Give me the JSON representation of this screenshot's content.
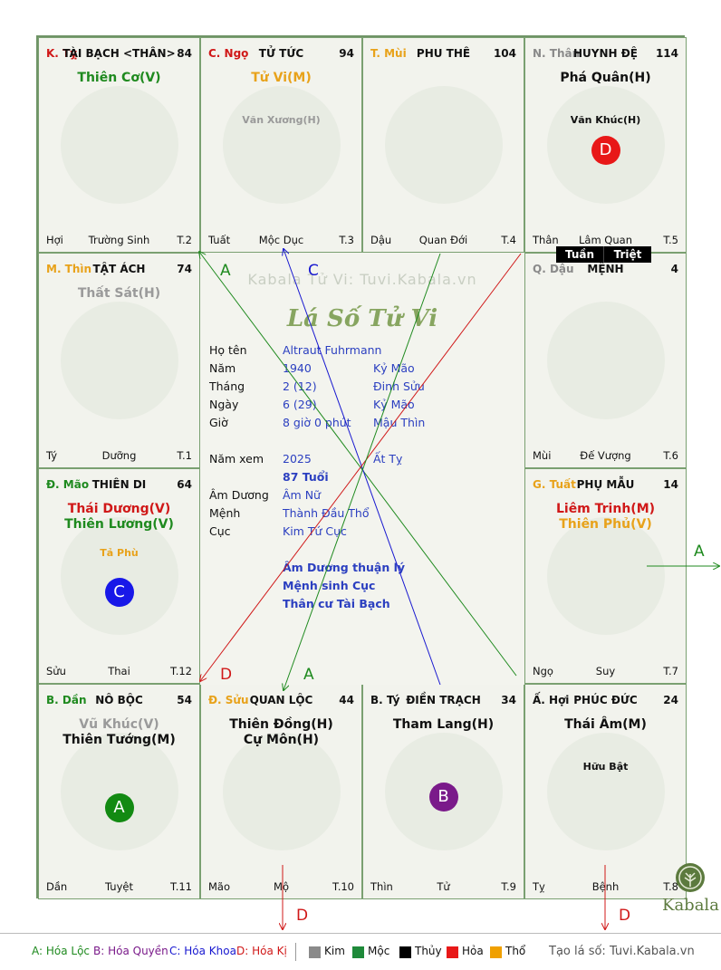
{
  "palaces": [
    {
      "branch": "K. Tỵ",
      "branch_color": "#d01818",
      "name": "TÀI BẠCH <THÂN>",
      "num": "84",
      "majors": [
        {
          "text": "Thiên Cơ(V)",
          "color": "#1f8a1f"
        }
      ],
      "minors": [],
      "badge": null,
      "bottom_left": "Hợi",
      "bottom_center": "Trường Sinh",
      "bottom_right": "T.2"
    },
    {
      "branch": "C. Ngọ",
      "branch_color": "#d01818",
      "name": "TỬ TỨC",
      "num": "94",
      "majors": [
        {
          "text": "Tử Vi(M)",
          "color": "#e8a21a"
        }
      ],
      "minors": [
        {
          "text": "Văn Xương(H)",
          "color": "#9a9a9a"
        }
      ],
      "badge": null,
      "bottom_left": "Tuất",
      "bottom_center": "Mộc Dục",
      "bottom_right": "T.3"
    },
    {
      "branch": "T. Mùi",
      "branch_color": "#e8a21a",
      "name": "PHU THÊ",
      "num": "104",
      "majors": [],
      "minors": [],
      "badge": null,
      "bottom_left": "Dậu",
      "bottom_center": "Quan Đới",
      "bottom_right": "T.4"
    },
    {
      "branch": "N. Thân",
      "branch_color": "#8a8a8a",
      "name": "HUYNH ĐỆ",
      "num": "114",
      "majors": [
        {
          "text": "Phá Quân(H)",
          "color": "#111111"
        }
      ],
      "minors": [
        {
          "text": "Văn Khúc(H)",
          "color": "#111111"
        }
      ],
      "badge": {
        "letter": "D",
        "color": "#e81818"
      },
      "bottom_left": "Thân",
      "bottom_center": "Lâm Quan",
      "bottom_right": "T.5"
    },
    {
      "branch": "M. Thìn",
      "branch_color": "#e8a21a",
      "name": "TẬT ÁCH",
      "num": "74",
      "majors": [
        {
          "text": "Thất Sát(H)",
          "color": "#9a9a9a"
        }
      ],
      "minors": [],
      "badge": null,
      "bottom_left": "Tý",
      "bottom_center": "Dưỡng",
      "bottom_right": "T.1"
    },
    {
      "branch": "Q. Dậu",
      "branch_color": "#8a8a8a",
      "name": "MỆNH",
      "num": "4",
      "majors": [],
      "minors": [],
      "badge": null,
      "bottom_left": "Mùi",
      "bottom_center": "Đế Vượng",
      "bottom_right": "T.6"
    },
    {
      "branch": "Đ. Mão",
      "branch_color": "#1f8a1f",
      "name": "THIÊN DI",
      "num": "64",
      "majors": [
        {
          "text": "Thái Dương(V)",
          "color": "#d01818"
        },
        {
          "text": "Thiên Lương(V)",
          "color": "#1f8a1f"
        }
      ],
      "minors": [
        {
          "text": "Tả Phù",
          "color": "#e8a21a"
        }
      ],
      "badge": {
        "letter": "C",
        "color": "#1818e8"
      },
      "bottom_left": "Sửu",
      "bottom_center": "Thai",
      "bottom_right": "T.12"
    },
    {
      "branch": "G. Tuất",
      "branch_color": "#e8a21a",
      "name": "PHỤ MẪU",
      "num": "14",
      "majors": [
        {
          "text": "Liêm Trinh(M)",
          "color": "#d01818"
        },
        {
          "text": "Thiên Phủ(V)",
          "color": "#e8a21a"
        }
      ],
      "minors": [],
      "badge": null,
      "bottom_left": "Ngọ",
      "bottom_center": "Suy",
      "bottom_right": "T.7"
    },
    {
      "branch": "B. Dần",
      "branch_color": "#1f8a1f",
      "name": "NÔ BỘC",
      "num": "54",
      "majors": [
        {
          "text": "Vũ Khúc(V)",
          "color": "#9a9a9a"
        },
        {
          "text": "Thiên Tướng(M)",
          "color": "#111111"
        }
      ],
      "minors": [],
      "badge": {
        "letter": "A",
        "color": "#128a12"
      },
      "bottom_left": "Dần",
      "bottom_center": "Tuyệt",
      "bottom_right": "T.11"
    },
    {
      "branch": "Đ. Sửu",
      "branch_color": "#e8a21a",
      "name": "QUAN LỘC",
      "num": "44",
      "majors": [
        {
          "text": "Thiên Đồng(H)",
          "color": "#111111"
        },
        {
          "text": "Cự Môn(H)",
          "color": "#111111"
        }
      ],
      "minors": [],
      "badge": null,
      "bottom_left": "Mão",
      "bottom_center": "Mộ",
      "bottom_right": "T.10"
    },
    {
      "branch": "B. Tý",
      "branch_color": "#111111",
      "name": "ĐIỀN TRẠCH",
      "num": "34",
      "majors": [
        {
          "text": "Tham Lang(H)",
          "color": "#111111"
        }
      ],
      "minors": [],
      "badge": {
        "letter": "B",
        "color": "#7a1a8a"
      },
      "bottom_left": "Thìn",
      "bottom_center": "Tử",
      "bottom_right": "T.9"
    },
    {
      "branch": "Ấ. Hợi",
      "branch_color": "#111111",
      "name": "PHÚC ĐỨC",
      "num": "24",
      "majors": [
        {
          "text": "Thái Âm(M)",
          "color": "#111111"
        }
      ],
      "minors": [
        {
          "text": "Hữu Bật",
          "color": "#111111"
        }
      ],
      "badge": null,
      "bottom_left": "Tỵ",
      "bottom_center": "Bệnh",
      "bottom_right": "T.8"
    }
  ],
  "tuan_label": "Tuần",
  "triet_label": "Triệt",
  "center": {
    "watermark": "Kabala Tử Vi: Tuvi.Kabala.vn",
    "logo": "Lá Số Tử Vi",
    "rows": [
      {
        "label": "Họ tên",
        "v1": "Altraut Fuhrmann",
        "v2": ""
      },
      {
        "label": "Năm",
        "v1": "1940",
        "v2": "Kỷ Mão"
      },
      {
        "label": "Tháng",
        "v1": "2  (12)",
        "v2": "Đinh Sửu"
      },
      {
        "label": "Ngày",
        "v1": "6  (29)",
        "v2": "Kỷ Mão"
      },
      {
        "label": "Giờ",
        "v1": "8 giờ 0 phút",
        "v2": "Mậu Thìn"
      },
      {
        "label": "Năm xem",
        "v1": "2025",
        "v2": "Ất Tỵ"
      },
      {
        "label": "",
        "v1": "87 Tuổi",
        "v2": ""
      },
      {
        "label": "Âm Dương",
        "v1": "Âm Nữ",
        "v2": ""
      },
      {
        "label": "Mệnh",
        "v1": "Thành Đầu Thổ",
        "v2": ""
      },
      {
        "label": "Cục",
        "v1": "Kim Tứ Cục",
        "v2": ""
      }
    ],
    "notes": [
      "Âm Dương thuận lý",
      "Mệnh sinh Cục",
      "Thân cư Tài Bạch"
    ],
    "brand": "Kabala"
  },
  "line_labels": {
    "a1": "A",
    "c1": "C",
    "a2": "A",
    "d1": "D",
    "a3": "A",
    "d2": "D",
    "d3": "D"
  },
  "line_colors": {
    "A": "#1f8a1f",
    "C": "#1818d0",
    "D": "#d01818"
  },
  "legend": {
    "hoa_loc": "A: Hóa Lộc",
    "hoa_quyen": "B: Hóa Quyền",
    "hoa_khoa": "C: Hóa Khoa",
    "hoa_ki": "D: Hóa Kị",
    "kim": "Kim",
    "moc": "Mộc",
    "thuy": "Thủy",
    "hoa": "Hỏa",
    "tho": "Thổ",
    "site": "Tạo lá số: Tuvi.Kabala.vn",
    "colors": {
      "kim": "#8a8a8a",
      "moc": "#1f8a3a",
      "thuy": "#000000",
      "hoa": "#e81818",
      "tho": "#f0a000"
    }
  }
}
